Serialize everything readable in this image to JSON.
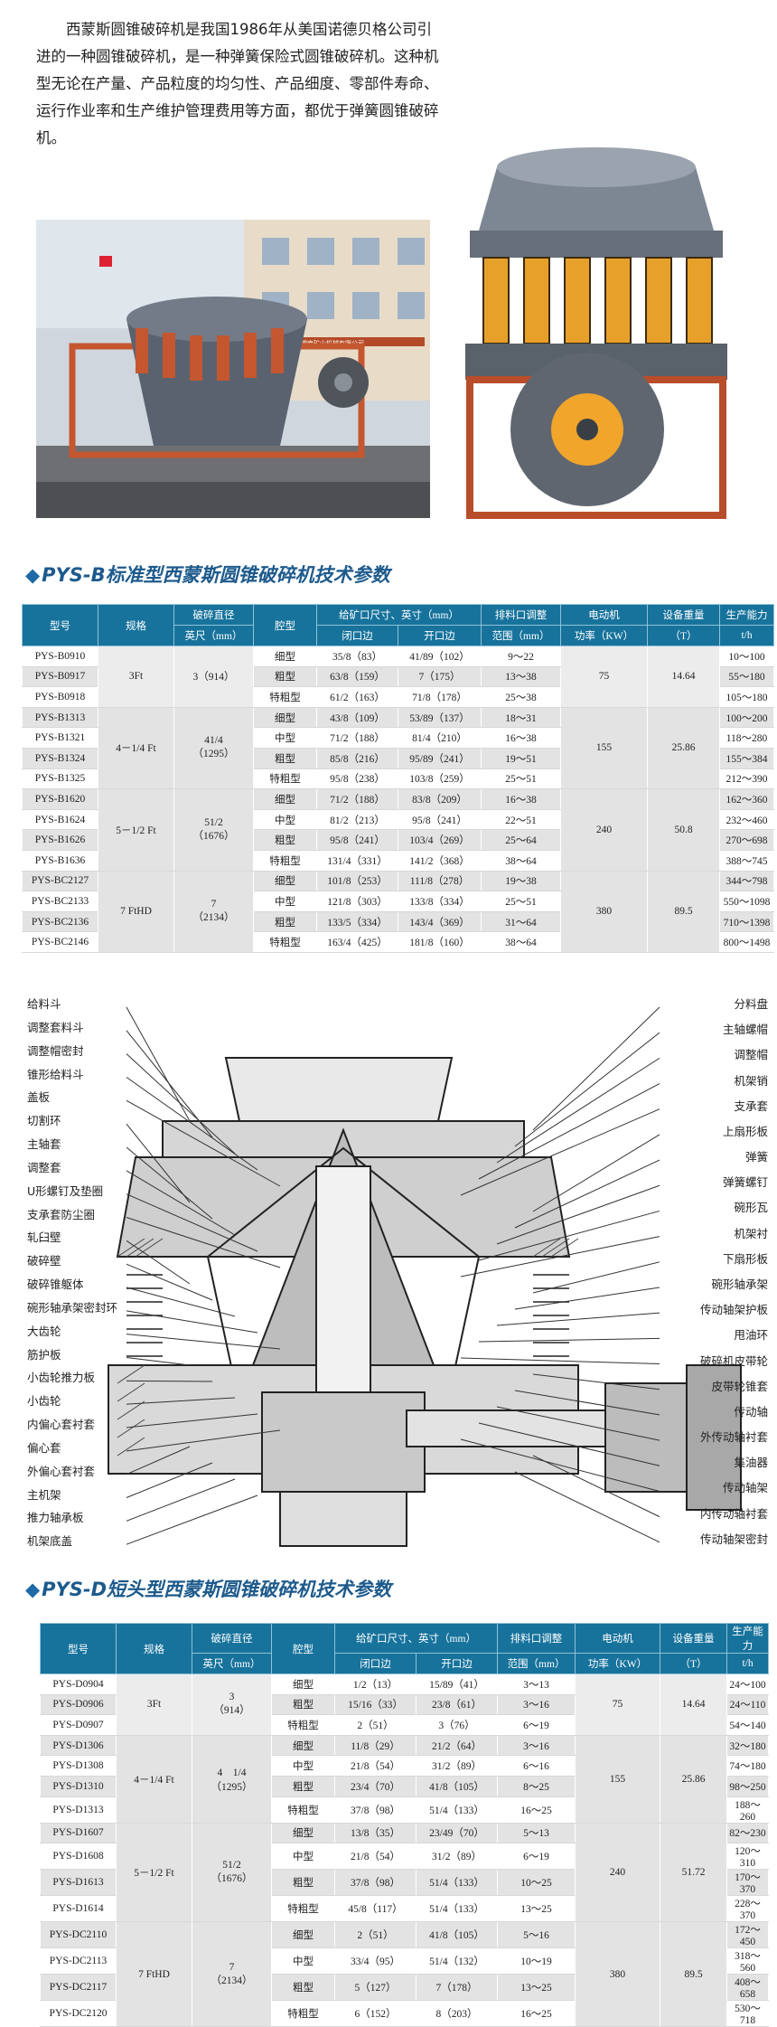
{
  "intro": "西蒙斯圆锥破碎机是我国1986年从美国诺德贝格公司引进的一种圆锥破碎机，是一种弹簧保险式圆锥破碎机。这种机型无论在产量、产品粒度的均匀性、产品细度、零部件寿命、运行作业率和生产维护管理费用等方面，都优于弹簧圆锥破碎机。",
  "colors": {
    "header": "#17739c",
    "title": "#1d5a8c",
    "shade": "#e3e3e3"
  },
  "photo_left": {
    "sign": "广东省湘南矿山机械有限公司"
  },
  "tableB": {
    "title_code": "PYS-B",
    "title_rest": "标准型西蒙斯圆锥破碎机技术参数",
    "headers": {
      "model": "型号",
      "spec": "规格",
      "dia": "破碎直径",
      "dia2": "英尺（mm）",
      "cavity": "腔型",
      "feed": "给矿口尺寸、英寸（mm）",
      "closed": "闭口边",
      "open": "开口边",
      "discharge": "排料口调整",
      "discharge2": "范围（mm）",
      "motor": "电动机",
      "motor2": "功率（KW）",
      "weight": "设备重量",
      "weight2": "（T）",
      "capacity": "生产能力",
      "capacity2": "t/h"
    },
    "groups": [
      {
        "spec": "3Ft",
        "dia": "3（914）",
        "dia2": "",
        "motor": "75",
        "weight": "14.64",
        "rows": [
          {
            "model": "PYS-B0910",
            "cavity": "细型",
            "closed": "35/8（83）",
            "open": "41/89（102）",
            "range": "9～22",
            "cap": "10～100"
          },
          {
            "model": "PYS-B0917",
            "cavity": "粗型",
            "closed": "63/8（159）",
            "open": "7（175）",
            "range": "13～38",
            "cap": "55～180"
          },
          {
            "model": "PYS-B0918",
            "cavity": "特粗型",
            "closed": "61/2（163）",
            "open": "71/8（178）",
            "range": "25～38",
            "cap": "105～180"
          }
        ]
      },
      {
        "spec": "4－1/4 Ft",
        "dia": "41/4",
        "dia2": "（1295）",
        "motor": "155",
        "weight": "25.86",
        "rows": [
          {
            "model": "PYS-B1313",
            "cavity": "细型",
            "closed": "43/8（109）",
            "open": "53/89（137）",
            "range": "18～31",
            "cap": "100～200"
          },
          {
            "model": "PYS-B1321",
            "cavity": "中型",
            "closed": "71/2（188）",
            "open": "81/4（210）",
            "range": "16～38",
            "cap": "118～280"
          },
          {
            "model": "PYS-B1324",
            "cavity": "粗型",
            "closed": "85/8（216）",
            "open": "95/89（241）",
            "range": "19～51",
            "cap": "155～384"
          },
          {
            "model": "PYS-B1325",
            "cavity": "特粗型",
            "closed": "95/8（238）",
            "open": "103/8（259）",
            "range": "25～51",
            "cap": "212～390"
          }
        ]
      },
      {
        "spec": "5－1/2 Ft",
        "dia": "51/2",
        "dia2": "（1676）",
        "motor": "240",
        "weight": "50.8",
        "rows": [
          {
            "model": "PYS-B1620",
            "cavity": "细型",
            "closed": "71/2（188）",
            "open": "83/8（209）",
            "range": "16～38",
            "cap": "162～360"
          },
          {
            "model": "PYS-B1624",
            "cavity": "中型",
            "closed": "81/2（213）",
            "open": "95/8（241）",
            "range": "22～51",
            "cap": "232～460"
          },
          {
            "model": "PYS-B1626",
            "cavity": "粗型",
            "closed": "95/8（241）",
            "open": "103/4（269）",
            "range": "25～64",
            "cap": "270～698"
          },
          {
            "model": "PYS-B1636",
            "cavity": "特粗型",
            "closed": "131/4（331）",
            "open": "141/2（368）",
            "range": "38～64",
            "cap": "388～745"
          }
        ]
      },
      {
        "spec": "7 FtHD",
        "dia": "7",
        "dia2": "（2134）",
        "motor": "380",
        "weight": "89.5",
        "rows": [
          {
            "model": "PYS-BC2127",
            "cavity": "细型",
            "closed": "101/8（253）",
            "open": "111/8（278）",
            "range": "19～38",
            "cap": "344～798"
          },
          {
            "model": "PYS-BC2133",
            "cavity": "中型",
            "closed": "121/8（303）",
            "open": "133/8（334）",
            "range": "25～51",
            "cap": "550～1098"
          },
          {
            "model": "PYS-BC2136",
            "cavity": "粗型",
            "closed": "133/5（334）",
            "open": "143/4（369）",
            "range": "31～64",
            "cap": "710～1398"
          },
          {
            "model": "PYS-BC2146",
            "cavity": "特粗型",
            "closed": "163/4（425）",
            "open": "181/8（160）",
            "range": "38～64",
            "cap": "800～1498"
          }
        ]
      }
    ]
  },
  "diagram": {
    "left": [
      "给料斗",
      "调整套料斗",
      "调整帽密封",
      "锥形给料斗",
      "盖板",
      "切割环",
      "主轴套",
      "调整套",
      "U形螺钉及垫圈",
      "支承套防尘圈",
      "轧臼壁",
      "破碎壁",
      "破碎锥躯体",
      "碗形轴承架密封环",
      "大齿轮",
      "筋护板",
      "小齿轮推力板",
      "小齿轮",
      "内偏心套衬套",
      "偏心套",
      "外偏心套衬套",
      "主机架",
      "推力轴承板",
      "机架底盖"
    ],
    "right": [
      "分料盘",
      "主轴螺帽",
      "调整帽",
      "机架销",
      "支承套",
      "上扇形板",
      "弹簧",
      "弹簧螺钉",
      "碗形瓦",
      "机架衬",
      "下扇形板",
      "碗形轴承架",
      "传动轴架护板",
      "甩油环",
      "破碎机皮带轮",
      "皮带轮锥套",
      "传动轴",
      "外传动轴衬套",
      "集油器",
      "传动轴架",
      "内传动轴衬套",
      "传动轴架密封"
    ]
  },
  "tableD": {
    "title_code": "PYS-D",
    "title_rest": "短头型西蒙斯圆锥破碎机技术参数",
    "headers": {
      "model": "型号",
      "spec": "规格",
      "dia": "破碎直径",
      "dia2": "英尺（mm）",
      "cavity": "腔型",
      "feed": "给矿口尺寸、英寸（mm）",
      "closed": "闭口边",
      "open": "开口边",
      "discharge": "排料口调整",
      "discharge2": "范围（mm）",
      "motor": "电动机",
      "motor2": "功率（KW）",
      "weight": "设备重量",
      "weight2": "（T）",
      "capacity": "生产能力",
      "capacity2": "t/h"
    },
    "groups": [
      {
        "spec": "3Ft",
        "dia": "3",
        "dia2": "（914）",
        "motor": "75",
        "weight": "14.64",
        "rows": [
          {
            "model": "PYS-D0904",
            "cavity": "细型",
            "closed": "1/2（13）",
            "open": "15/89（41）",
            "range": "3～13",
            "cap": "24～100"
          },
          {
            "model": "PYS-D0906",
            "cavity": "粗型",
            "closed": "15/16（33）",
            "open": "23/8（61）",
            "range": "3～16",
            "cap": "24～110"
          },
          {
            "model": "PYS-D0907",
            "cavity": "特粗型",
            "closed": "2（51）",
            "open": "3（76）",
            "range": "6～19",
            "cap": "54～140"
          }
        ]
      },
      {
        "spec": "4－1/4 Ft",
        "dia": "4　1/4",
        "dia2": "（1295）",
        "motor": "155",
        "weight": "25.86",
        "rows": [
          {
            "model": "PYS-D1306",
            "cavity": "细型",
            "closed": "11/8（29）",
            "open": "21/2（64）",
            "range": "3～16",
            "cap": "32～180"
          },
          {
            "model": "PYS-D1308",
            "cavity": "中型",
            "closed": "21/8（54）",
            "open": "31/2（89）",
            "range": "6～16",
            "cap": "74～180"
          },
          {
            "model": "PYS-D1310",
            "cavity": "粗型",
            "closed": "23/4（70）",
            "open": "41/8（105）",
            "range": "8～25",
            "cap": "98～250"
          },
          {
            "model": "PYS-D1313",
            "cavity": "特粗型",
            "closed": "37/8（98）",
            "open": "51/4（133）",
            "range": "16～25",
            "cap": "188～260"
          }
        ]
      },
      {
        "spec": "5－1/2 Ft",
        "dia": "51/2",
        "dia2": "（1676）",
        "motor": "240",
        "weight": "51.72",
        "rows": [
          {
            "model": "PYS-D1607",
            "cavity": "细型",
            "closed": "13/8（35）",
            "open": "23/49（70）",
            "range": "5～13",
            "cap": "82～230"
          },
          {
            "model": "PYS-D1608",
            "cavity": "中型",
            "closed": "21/8（54）",
            "open": "31/2（89）",
            "range": "6～19",
            "cap": "120～310"
          },
          {
            "model": "PYS-D1613",
            "cavity": "粗型",
            "closed": "37/8（98）",
            "open": "51/4（133）",
            "range": "10～25",
            "cap": "170～370"
          },
          {
            "model": "PYS-D1614",
            "cavity": "特粗型",
            "closed": "45/8（117）",
            "open": "51/4（133）",
            "range": "13～25",
            "cap": "228～370"
          }
        ]
      },
      {
        "spec": "7 FtHD",
        "dia": "7",
        "dia2": "（2134）",
        "motor": "380",
        "weight": "89.5",
        "rows": [
          {
            "model": "PYS-DC2110",
            "cavity": "细型",
            "closed": "2（51）",
            "open": "41/8（105）",
            "range": "5～16",
            "cap": "172～450"
          },
          {
            "model": "PYS-DC2113",
            "cavity": "中型",
            "closed": "33/4（95）",
            "open": "51/4（132）",
            "range": "10～19",
            "cap": "318～560"
          },
          {
            "model": "PYS-DC2117",
            "cavity": "粗型",
            "closed": "5（127）",
            "open": "7（178）",
            "range": "13～25",
            "cap": "408～658"
          },
          {
            "model": "PYS-DC2120",
            "cavity": "特粗型",
            "closed": "6（152）",
            "open": "8（203）",
            "range": "16～25",
            "cap": "530～718"
          }
        ]
      }
    ]
  }
}
